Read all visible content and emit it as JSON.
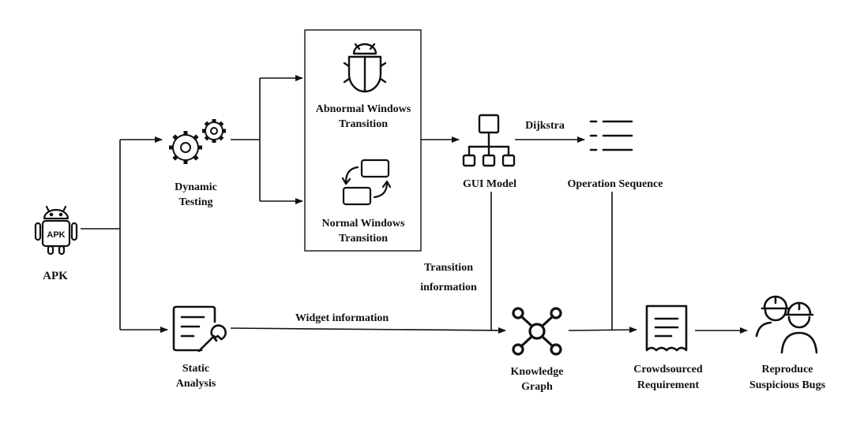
{
  "nodes": {
    "apk": {
      "icon": "android-apk-icon",
      "icon_text": "APK",
      "label": "APK"
    },
    "dynamic_testing": {
      "icon": "gears-icon",
      "label_lines": [
        "Dynamic",
        "Testing"
      ]
    },
    "static_analysis": {
      "icon": "document-wrench-icon",
      "label_lines": [
        "Static",
        "Analysis"
      ]
    },
    "abnormal_transition": {
      "icon": "bug-icon",
      "label_lines": [
        "Abnormal Windows",
        "Transition"
      ]
    },
    "normal_transition": {
      "icon": "window-cycle-icon",
      "label_lines": [
        "Normal Windows",
        "Transition"
      ]
    },
    "gui_model": {
      "icon": "hierarchy-icon",
      "label": "GUI Model"
    },
    "operation_sequence": {
      "icon": "list-icon",
      "label": "Operation Sequence"
    },
    "knowledge_graph": {
      "icon": "network-graph-icon",
      "label_lines": [
        "Knowledge",
        "Graph"
      ]
    },
    "crowdsourced_requirement": {
      "icon": "receipt-icon",
      "label_lines": [
        "Crowdsourced",
        "Requirement"
      ]
    },
    "reproduce_bugs": {
      "icon": "workers-icon",
      "label_lines": [
        "Reproduce",
        "Suspicious Bugs"
      ]
    }
  },
  "edge_labels": {
    "dijkstra": "Dijkstra",
    "transition_information": [
      "Transition",
      "information"
    ],
    "widget_information": "Widget information"
  }
}
